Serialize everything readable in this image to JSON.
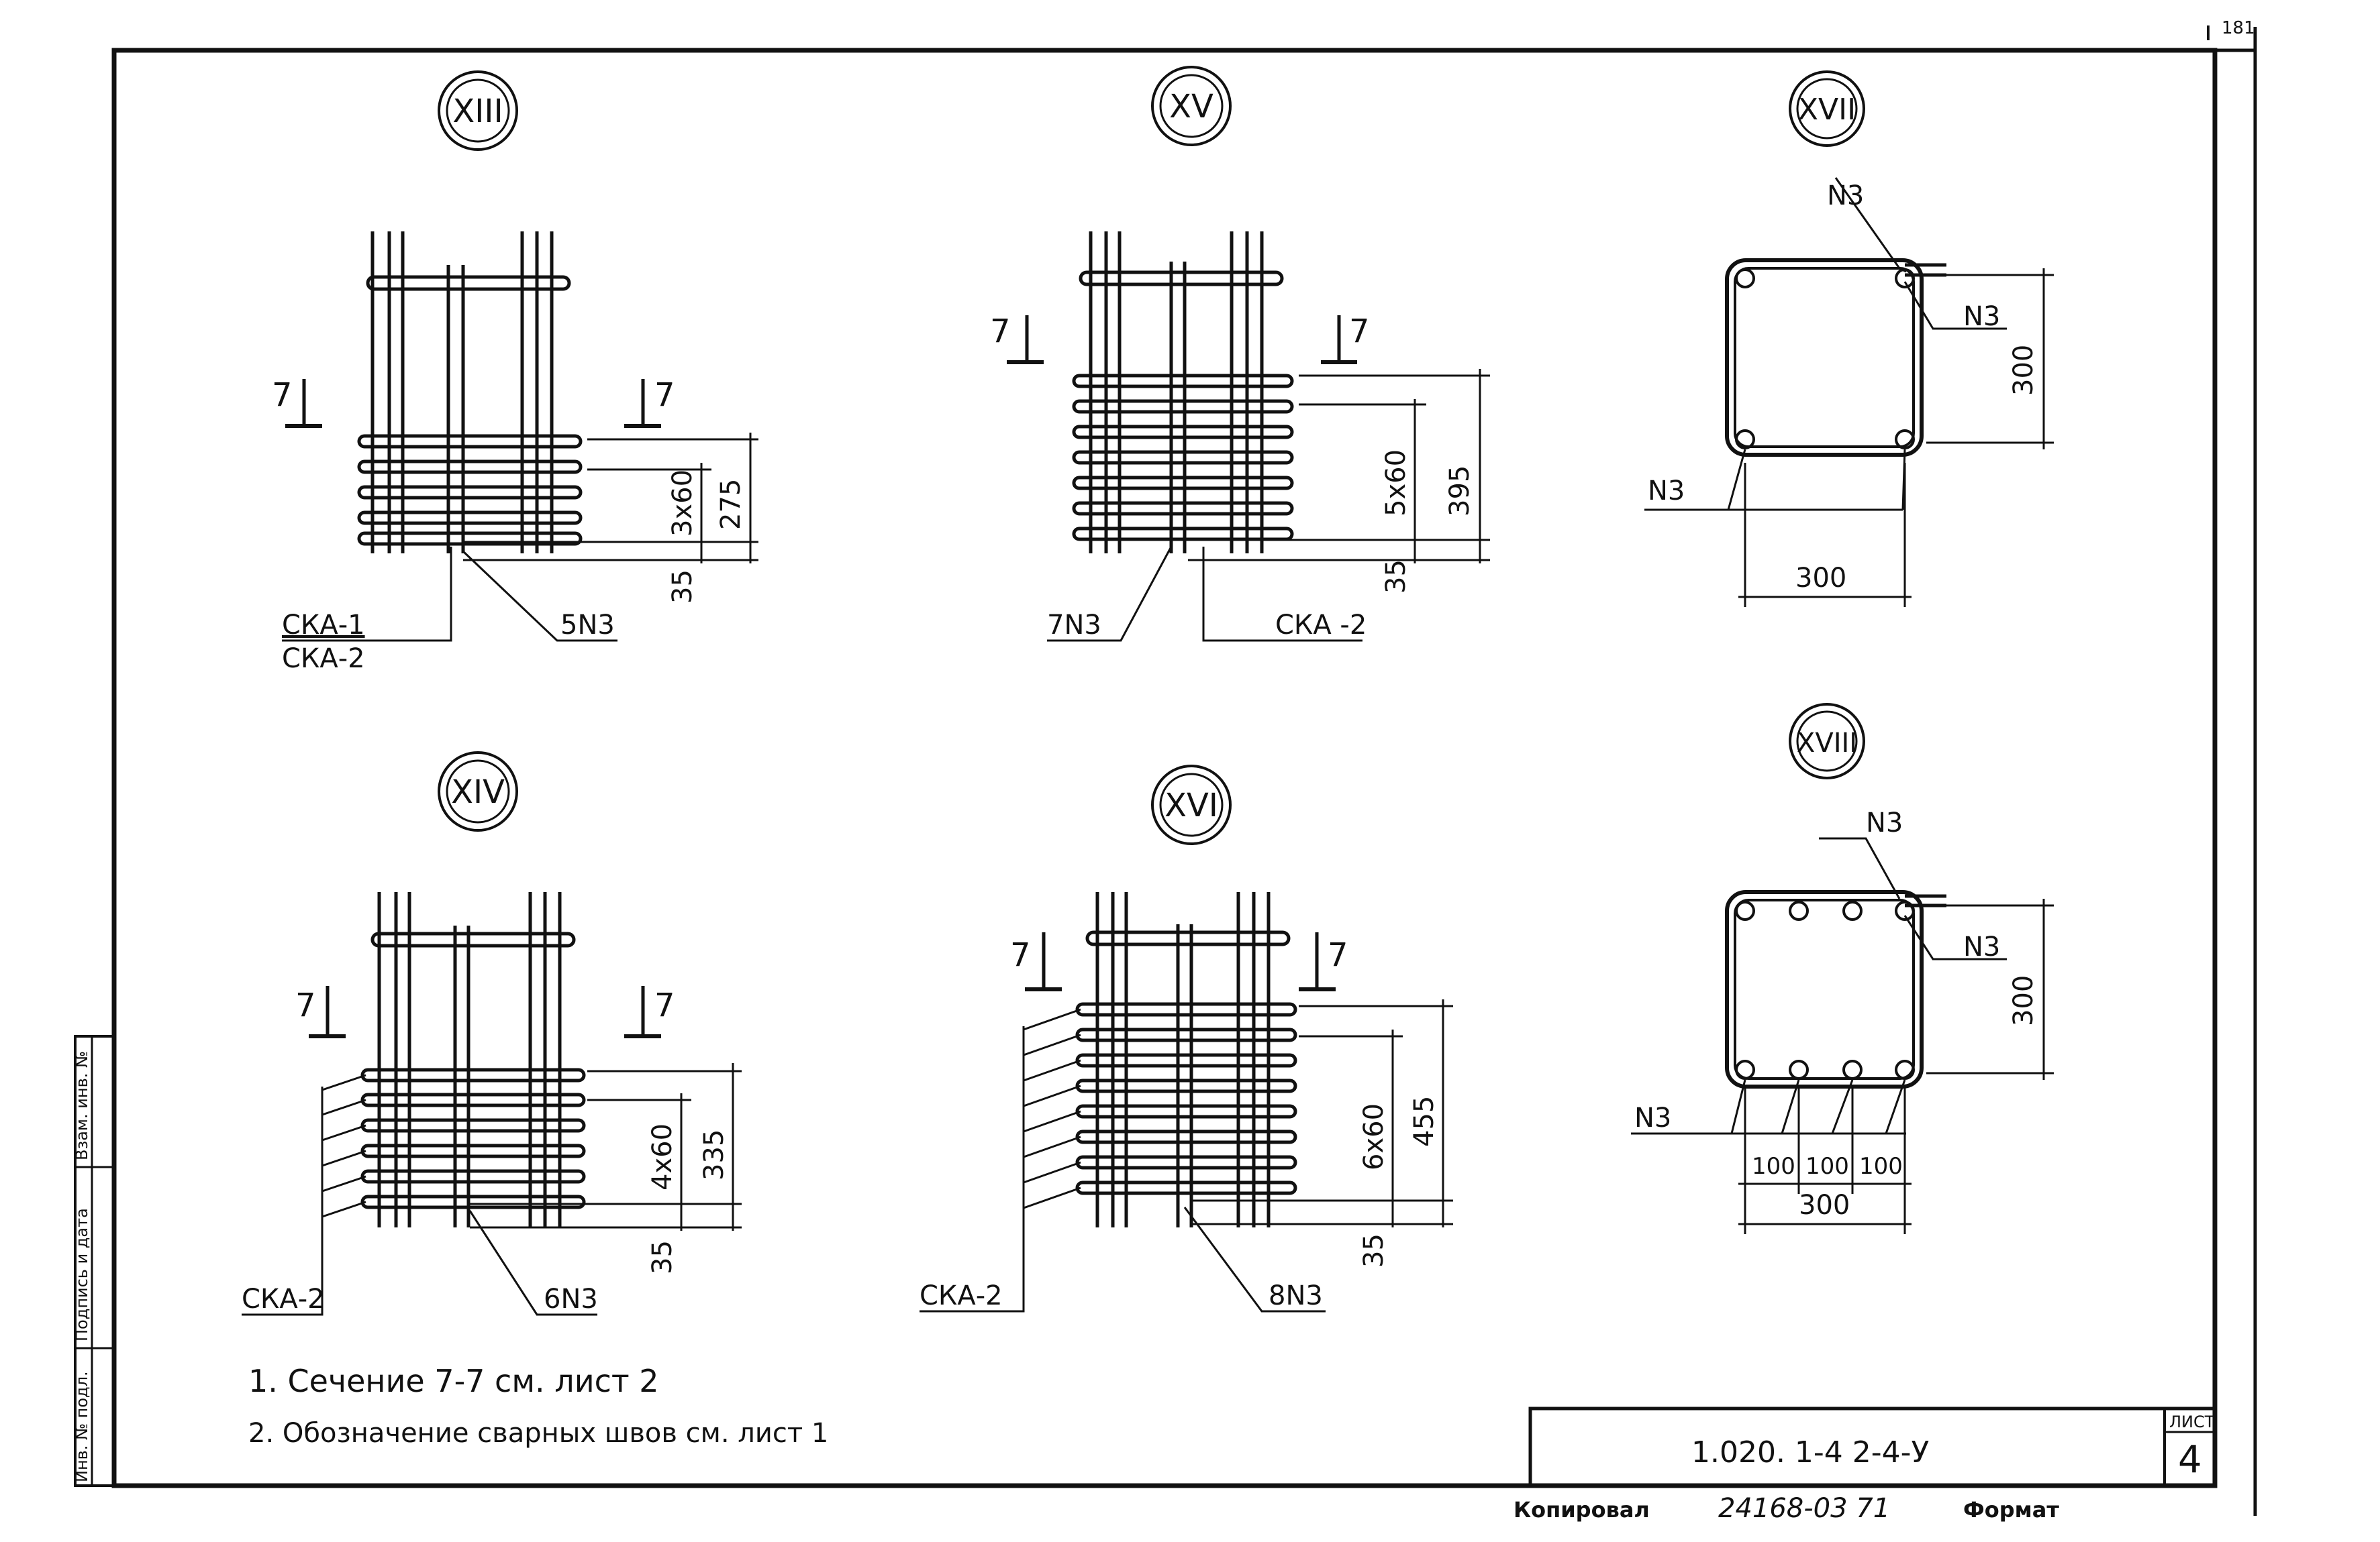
{
  "sheet": {
    "corner_number": "181",
    "title_block": {
      "code": "1.020. 1-4  2-4-У",
      "sheet_label": "ЛИСТ",
      "sheet_number": "4"
    },
    "footer": {
      "copied_label": "Копировал",
      "order_number": "24168-03  71",
      "format_label": "Формат"
    },
    "side_stamp": [
      "Взам. инв. №",
      "Подпись и дата",
      "Инв. № подл."
    ]
  },
  "notes": [
    "1. Сечение 7-7 см. лист 2",
    "2. Обозначение сварных швов см. лист 1"
  ],
  "nodes": {
    "n13": {
      "label": "XIII",
      "section_mark_left": "7",
      "section_mark_right": "7",
      "dim_pitch": "3х60",
      "dim_total": "275",
      "dim_bottom": "35",
      "leader_mesh_1": "СКА-1",
      "leader_mesh_2": "СКА-2",
      "leader_bars": "5N3"
    },
    "n14": {
      "label": "XIV",
      "section_mark_left": "7",
      "section_mark_right": "7",
      "dim_pitch": "4х60",
      "dim_total": "335",
      "dim_bottom": "35",
      "leader_mesh": "СКА-2",
      "leader_bars": "6N3"
    },
    "n15": {
      "label": "XV",
      "section_mark_left": "7",
      "section_mark_right": "7",
      "dim_pitch": "5х60",
      "dim_total": "395",
      "dim_bottom": "35",
      "leader_mesh": "СКА -2",
      "leader_bars": "7N3"
    },
    "n16": {
      "label": "XVI",
      "section_mark_left": "7",
      "section_mark_right": "7",
      "dim_pitch": "6х60",
      "dim_total": "455",
      "dim_bottom": "35",
      "leader_mesh": "СКА-2",
      "leader_bars": "8N3"
    },
    "n17": {
      "label": "XVII",
      "bar_top": "N3",
      "bar_right": "N3",
      "bar_left": "N3",
      "dim_height": "300",
      "dim_width": "300"
    },
    "n18": {
      "label": "XVIII",
      "bar_top": "N3",
      "bar_right": "N3",
      "bar_left": "N3",
      "dim_height": "300",
      "dim_spacing_1": "100",
      "dim_spacing_2": "100",
      "dim_spacing_3": "100",
      "dim_width": "300"
    }
  }
}
